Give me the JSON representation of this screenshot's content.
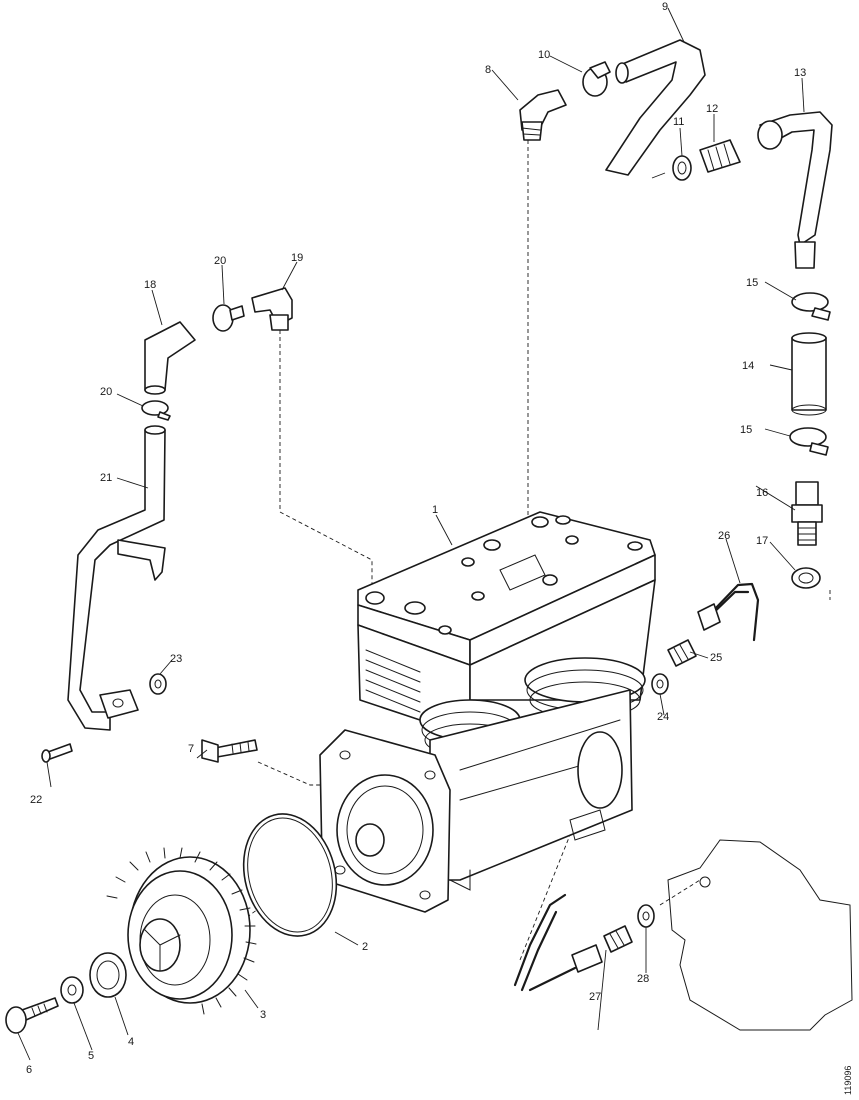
{
  "callouts": {
    "c1": "1",
    "c2": "2",
    "c3": "3",
    "c4": "4",
    "c5": "5",
    "c6": "6",
    "c7": "7",
    "c8": "8",
    "c9": "9",
    "c10": "10",
    "c11": "11",
    "c12": "12",
    "c13": "13",
    "c14": "14",
    "c15a": "15",
    "c15b": "15",
    "c16": "16",
    "c17": "17",
    "c18": "18",
    "c19": "19",
    "c20a": "20",
    "c20b": "20",
    "c21": "21",
    "c22": "22",
    "c23": "23",
    "c24": "24",
    "c25": "25",
    "c26": "26",
    "c27": "27",
    "c28": "28"
  },
  "reference_number": "119096"
}
